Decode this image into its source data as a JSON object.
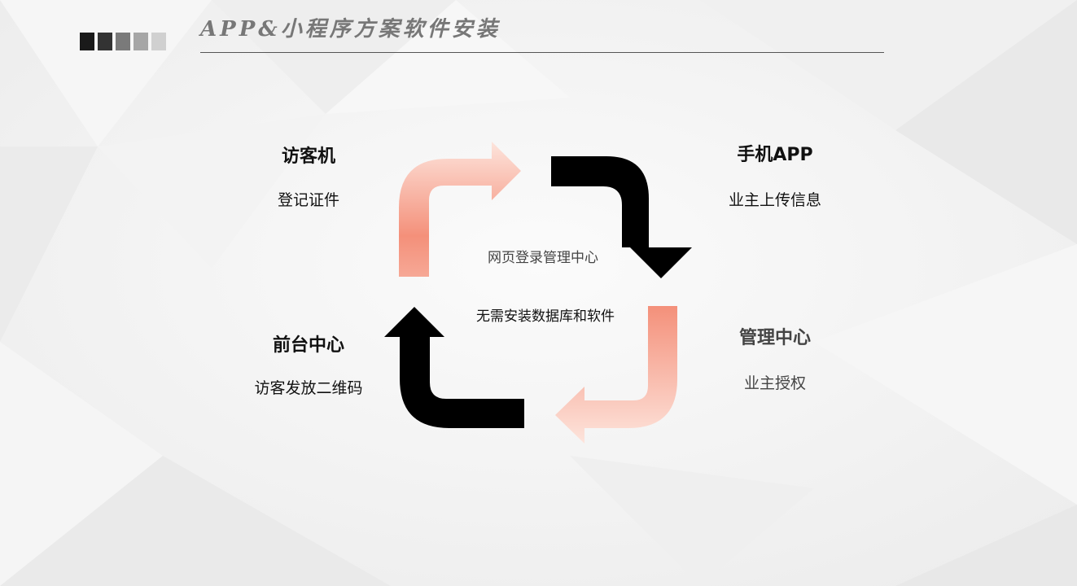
{
  "header": {
    "title": "APP&小程序方案软件安装",
    "square_colors": [
      "#1a1a1a",
      "#333333",
      "#7a7a7a",
      "#a6a6a6",
      "#d0d0d0"
    ]
  },
  "nodes": {
    "top_left": {
      "title": "访客机",
      "subtitle": "登记证件"
    },
    "top_right": {
      "title": "手机APP",
      "subtitle": "业主上传信息"
    },
    "bottom_right": {
      "title": "管理中心",
      "subtitle": "业主授权"
    },
    "bottom_left": {
      "title": "前台中心",
      "subtitle": "访客发放二维码"
    }
  },
  "center": {
    "line1": "网页登录管理中心",
    "line2": "无需安装数据库和软件"
  },
  "colors": {
    "arrow_dark": "#000000",
    "arrow_salmon": "#f4907a",
    "arrow_salmon_light": "#fde4dc",
    "title_color": "#777777",
    "text_dark": "#111111",
    "text_grey": "#444444"
  },
  "icons": [
    "arrow-top-left-icon",
    "arrow-top-right-icon",
    "arrow-bottom-right-icon",
    "arrow-bottom-left-icon"
  ]
}
